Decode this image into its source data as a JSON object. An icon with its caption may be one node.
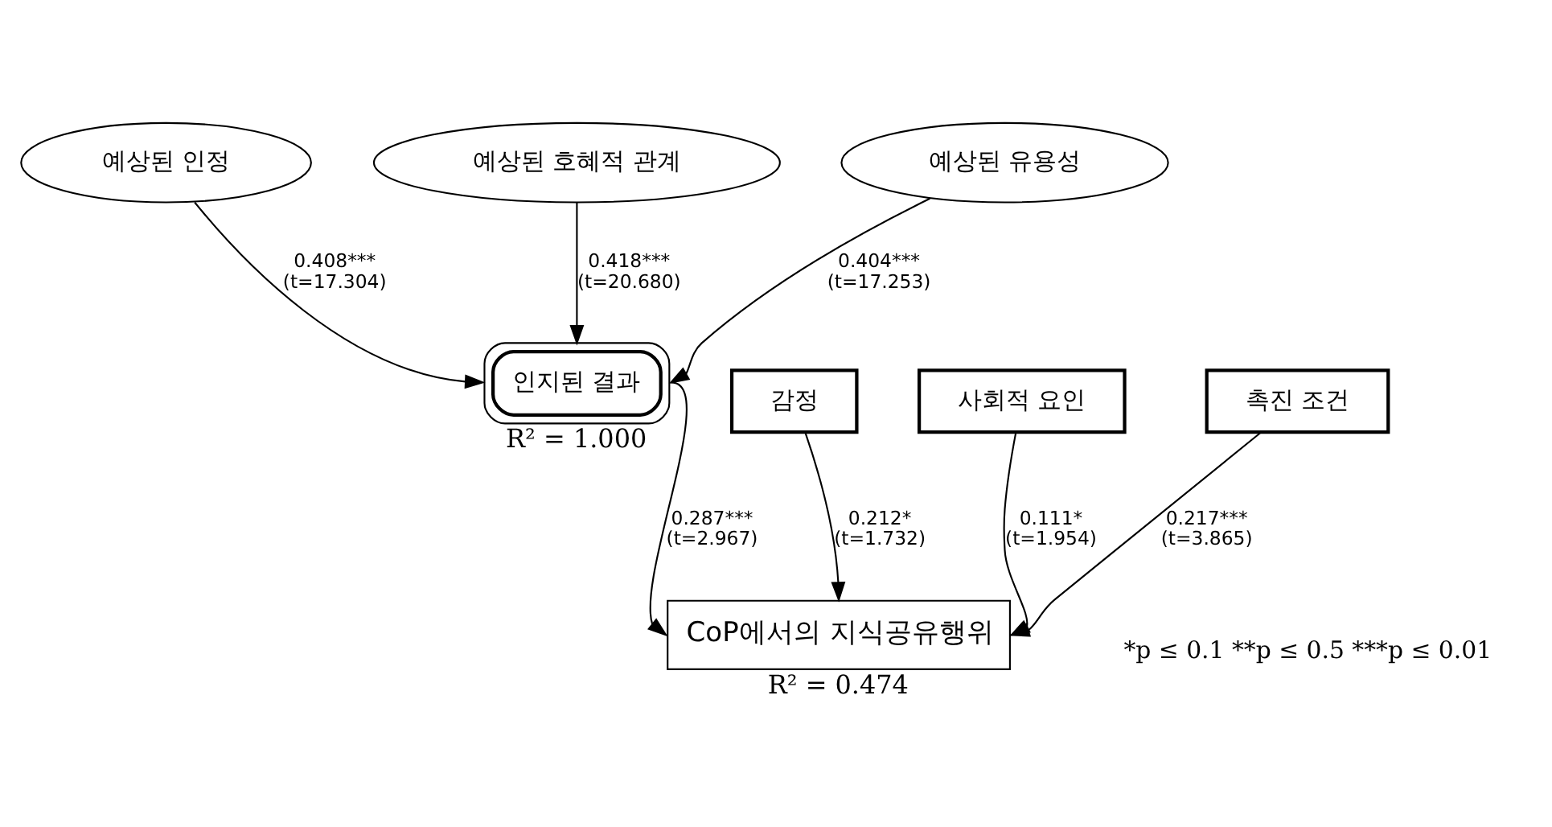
{
  "diagram": {
    "nodes": [
      {
        "text": [
          "예상된 인정"
        ]
      },
      {
        "text": [
          "예상된 호혜적 관계"
        ]
      },
      {
        "text": [
          "예상된 유용성"
        ]
      },
      {
        "text": [
          "인지된 결과"
        ],
        "beside": [
          "R² = 1.000"
        ]
      },
      {
        "text": [
          "감정"
        ]
      },
      {
        "text": [
          "사회적 요인"
        ]
      },
      {
        "text": [
          "촉진 조건"
        ]
      },
      {
        "text": [
          "CoP에서의 지식공유행위"
        ],
        "beside": [
          "R² = 0.474"
        ]
      }
    ],
    "edges": [
      {
        "from": 0,
        "to": 3,
        "arrow": "to",
        "label": "0.408*** (t=17.304)"
      },
      {
        "from": 1,
        "to": 3,
        "arrow": "to",
        "label": "0.418*** (t=20.680)"
      },
      {
        "from": 2,
        "to": 3,
        "arrow": "to",
        "label": "0.404*** (t=17.253)"
      },
      {
        "from": 4,
        "to": 7,
        "arrow": "to",
        "label": "0.212* (t=1.732)"
      },
      {
        "from": 5,
        "to": 7,
        "arrow": "to",
        "label": "0.111* (t=1.954)"
      },
      {
        "from": 6,
        "to": 7,
        "arrow": "to",
        "label": "0.217*** (t=3.865)"
      },
      {
        "from": 3,
        "to": 7,
        "arrow": "to",
        "label": "0.287*** (t=2.967)"
      }
    ],
    "labels": [
      "*p ≤ 0.1 **p ≤ 0.5 ***p ≤ 0.01"
    ]
  }
}
